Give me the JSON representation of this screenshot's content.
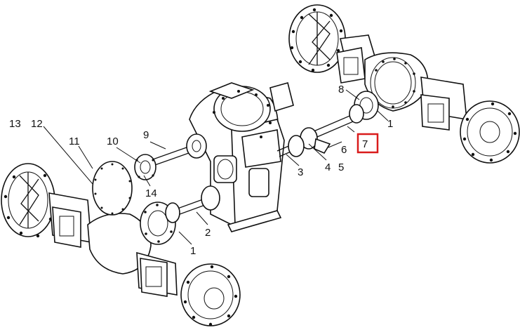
{
  "diagram": {
    "callouts": [
      {
        "id": "c1_rear",
        "text": "1"
      },
      {
        "id": "c1_front",
        "text": "1"
      },
      {
        "id": "c2",
        "text": "2"
      },
      {
        "id": "c3",
        "text": "3"
      },
      {
        "id": "c4",
        "text": "4"
      },
      {
        "id": "c5",
        "text": "5"
      },
      {
        "id": "c6",
        "text": "6"
      },
      {
        "id": "c7",
        "text": "7"
      },
      {
        "id": "c8",
        "text": "8"
      },
      {
        "id": "c9",
        "text": "9"
      },
      {
        "id": "c10",
        "text": "10"
      },
      {
        "id": "c11",
        "text": "11"
      },
      {
        "id": "c12",
        "text": "12"
      },
      {
        "id": "c13",
        "text": "13"
      },
      {
        "id": "c14",
        "text": "14"
      }
    ],
    "highlighted_callout": "7",
    "highlight_color": "#d91c1c"
  }
}
